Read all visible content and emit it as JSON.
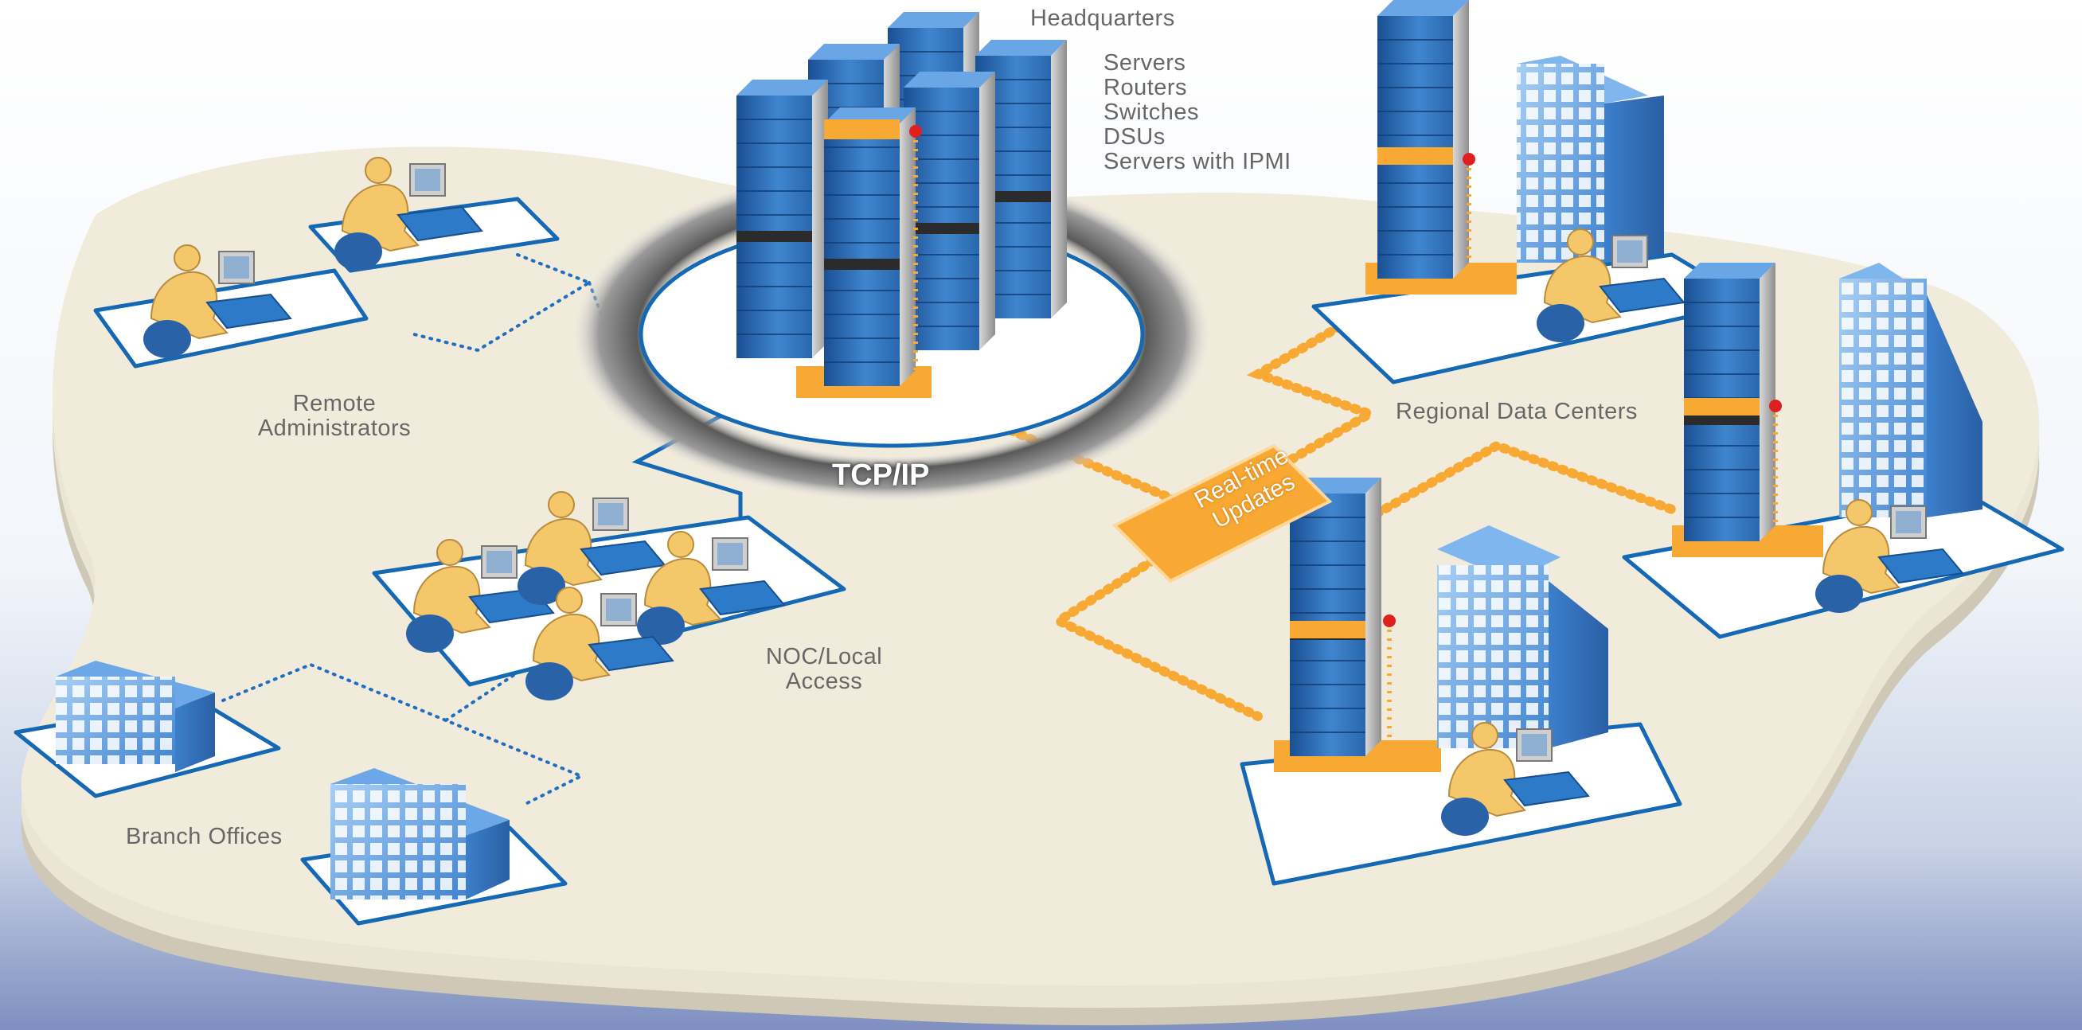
{
  "labels": {
    "headquarters": "Headquarters",
    "hq_items": [
      "Servers",
      "Routers",
      "Switches",
      "DSUs",
      "Servers with IPMI"
    ],
    "regional": "Regional Data Centers",
    "remote_line1": "Remote",
    "remote_line2": "Administrators",
    "noc_line1": "NOC/Local",
    "noc_line2": "Access",
    "branch": "Branch Offices",
    "tcp": "TCP/IP",
    "rtu_line1": "Real-time",
    "rtu_line2": "Updates"
  },
  "colors": {
    "platform": "#f0eadb",
    "platform_edge": "#d6d0c0",
    "frame_blue": "#1468b4",
    "server_blue": "#2f6fb6",
    "building_blue": "#4a8fd6",
    "accent_orange": "#f8a933",
    "ring_gray": "#6f6f6f"
  },
  "icons": {
    "server": "server-rack-icon",
    "building": "office-building-icon",
    "operator": "operator-workstation-icon"
  }
}
